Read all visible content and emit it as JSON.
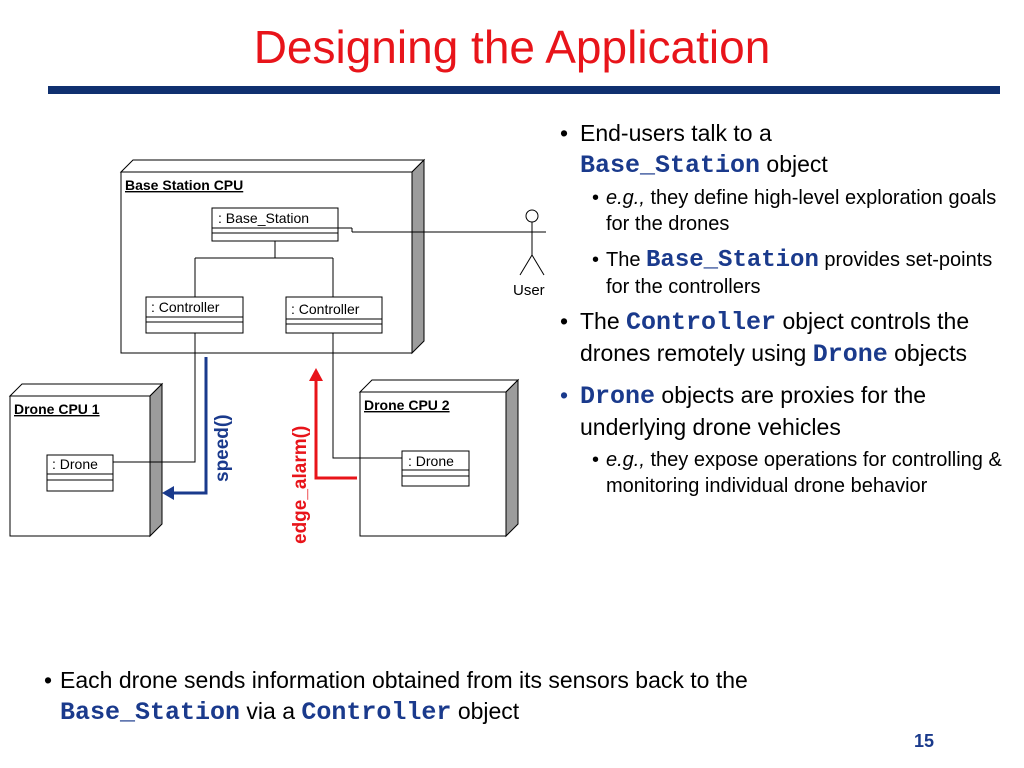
{
  "slide": {
    "title": "Designing the Application",
    "page_number": "15"
  },
  "diagram": {
    "base_station_cpu": "Base Station CPU",
    "base_station_obj": ": Base_Station",
    "controller_1": ": Controller",
    "controller_2": ": Controller",
    "user": "User",
    "drone_cpu_1": "Drone CPU 1",
    "drone_cpu_2": "Drone CPU 2",
    "drone_1": ": Drone",
    "drone_2": ": Drone",
    "speed_call": "speed()",
    "edge_alarm_call": "edge_alarm()",
    "colors": {
      "speed_arrow": "#1a3a8c",
      "alarm_arrow": "#e8141a",
      "title": "#e8141a",
      "rule": "#10306f"
    }
  },
  "bullets": {
    "b1": {
      "pre": "End-users talk to a",
      "code": "Base_Station",
      "post": " object"
    },
    "b1a": {
      "em": "e.g.,",
      "text": " they define high-level exploration goals for the drones"
    },
    "b1b": {
      "pre": "The ",
      "code": "Base_Station",
      "post": " provides set-points for the controllers"
    },
    "b2": {
      "pre": "The ",
      "code": "Controller",
      "mid": " object controls the drones remotely using ",
      "code2": "Drone",
      "post": " objects"
    },
    "b3": {
      "code": "Drone",
      "post": " objects are proxies for the underlying drone vehicles"
    },
    "b3a": {
      "em": "e.g.,",
      "text": " they expose operations for controlling & monitoring individual drone behavior"
    },
    "bottom": {
      "pre": "Each drone sends information obtained from its sensors back to the",
      "code": "Base_Station",
      "mid": " via a ",
      "code2": "Controller",
      "post": " object"
    }
  }
}
